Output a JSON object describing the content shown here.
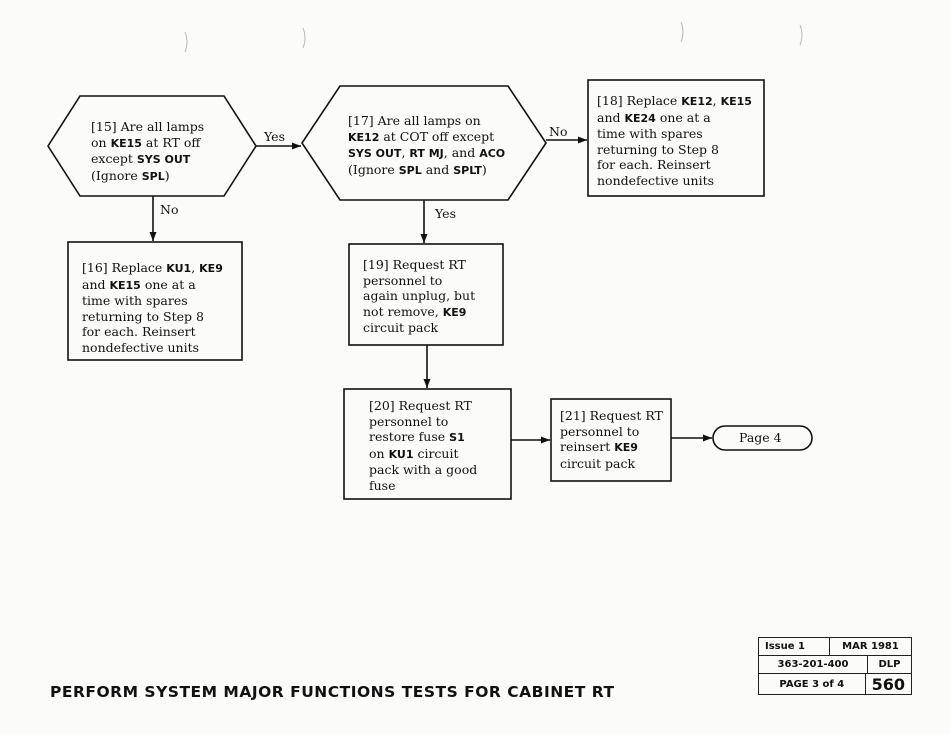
{
  "nodes": {
    "n15": {
      "num": "[15]",
      "segments": [
        {
          "t": " Are all lamps\non "
        },
        {
          "t": "KE15",
          "k": true
        },
        {
          "t": " at RT off\nexcept "
        },
        {
          "t": "SYS OUT",
          "k": true
        },
        {
          "t": "\n(Ignore "
        },
        {
          "t": "SPL",
          "k": true
        },
        {
          "t": ")"
        }
      ]
    },
    "n16": {
      "num": "[16]",
      "segments": [
        {
          "t": " Replace "
        },
        {
          "t": "KU1",
          "k": true
        },
        {
          "t": ", "
        },
        {
          "t": "KE9",
          "k": true
        },
        {
          "t": "\nand "
        },
        {
          "t": "KE15",
          "k": true
        },
        {
          "t": " one at a\ntime with spares\nreturning to Step 8\nfor each. Reinsert\nnondefective units"
        }
      ]
    },
    "n17": {
      "num": "[17]",
      "segments": [
        {
          "t": " Are all lamps on\n"
        },
        {
          "t": "KE12",
          "k": true
        },
        {
          "t": " at COT off except\n"
        },
        {
          "t": "SYS OUT",
          "k": true
        },
        {
          "t": ", "
        },
        {
          "t": "RT MJ",
          "k": true
        },
        {
          "t": ", and "
        },
        {
          "t": "ACO",
          "k": true
        },
        {
          "t": "\n(Ignore "
        },
        {
          "t": "SPL",
          "k": true
        },
        {
          "t": " and "
        },
        {
          "t": "SPLT",
          "k": true
        },
        {
          "t": ")"
        }
      ]
    },
    "n18": {
      "num": "[18]",
      "segments": [
        {
          "t": " Replace "
        },
        {
          "t": "KE12",
          "k": true
        },
        {
          "t": ", "
        },
        {
          "t": "KE15",
          "k": true
        },
        {
          "t": "\nand "
        },
        {
          "t": "KE24",
          "k": true
        },
        {
          "t": " one at a\ntime with spares\nreturning to Step 8\nfor each. Reinsert\nnondefective units"
        }
      ]
    },
    "n19": {
      "num": "[19]",
      "segments": [
        {
          "t": " Request RT\npersonnel to\nagain unplug, but\nnot remove, "
        },
        {
          "t": "KE9",
          "k": true
        },
        {
          "t": "\ncircuit pack"
        }
      ]
    },
    "n20": {
      "num": "[20]",
      "segments": [
        {
          "t": " Request RT\npersonnel to\nrestore fuse "
        },
        {
          "t": "S1",
          "k": true
        },
        {
          "t": "\non "
        },
        {
          "t": "KU1",
          "k": true
        },
        {
          "t": " circuit\npack with a good\nfuse"
        }
      ]
    },
    "n21": {
      "num": "[21]",
      "segments": [
        {
          "t": " Request RT\npersonnel to\nreinsert "
        },
        {
          "t": "KE9",
          "k": true
        },
        {
          "t": "\ncircuit pack"
        }
      ]
    },
    "page": {
      "label": "Page 4"
    }
  },
  "labels": {
    "yes1": "Yes",
    "no1": "No",
    "no2": "No",
    "yes2": "Yes"
  },
  "footer": {
    "title": "PERFORM SYSTEM MAJOR FUNCTIONS TESTS FOR CABINET RT"
  },
  "title_block": {
    "issue": "Issue 1",
    "date": "MAR 1981",
    "doc_number": "363-201-400",
    "doc_type": "DLP",
    "page": "PAGE 3 of 4",
    "dlp_number": "560"
  }
}
